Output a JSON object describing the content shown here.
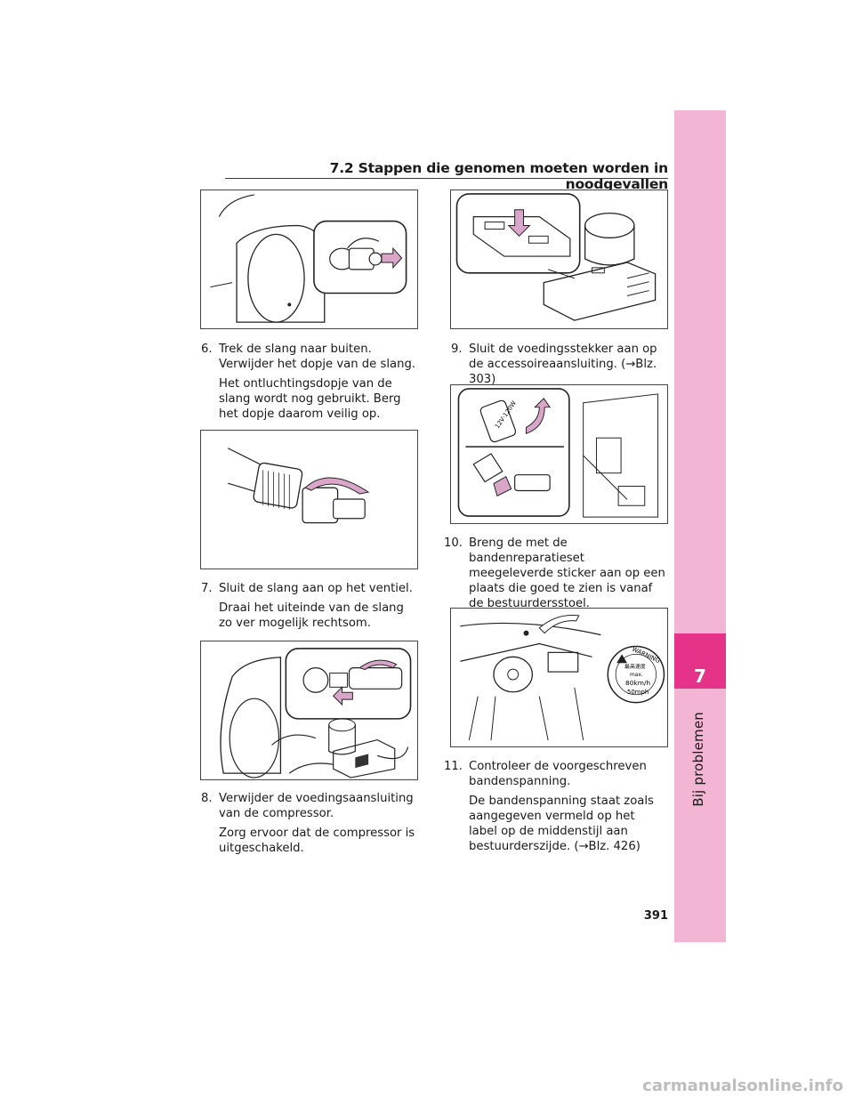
{
  "header": {
    "section": "7.2 Stappen die genomen moeten worden in noodgevallen"
  },
  "tab": {
    "chapter_number": "7",
    "chapter_title": "Bij problemen"
  },
  "steps": [
    {
      "number": "6.",
      "text": "Trek de slang naar buiten. Verwijder het dopje van de slang.",
      "note": "Het ontluchtingsdopje van de slang wordt nog gebruikt. Berg het dopje daarom veilig op."
    },
    {
      "number": "7.",
      "text": "Sluit de slang aan op het ventiel.",
      "note": "Draai het uiteinde van de slang zo ver mogelijk rechtsom."
    },
    {
      "number": "8.",
      "text": "Verwijder de voedingsaansluiting van de compressor.",
      "note": "Zorg ervoor dat de compressor is uitgeschakeld."
    },
    {
      "number": "9.",
      "text": "Sluit de voedingsstekker aan op de accessoireaansluiting. (→Blz. 303)"
    },
    {
      "number": "10.",
      "text": "Breng de met de bandenreparatieset meegeleverde sticker aan op een plaats die goed te zien is vanaf de bestuurdersstoel."
    },
    {
      "number": "11.",
      "text": "Controleer de voorgeschreven bandenspanning.",
      "note": "De bandenspanning staat zoals aangegeven vermeld op het label op de middenstijl aan bestuurderszijde. (→Blz. 426)"
    }
  ],
  "sticker": {
    "warning": "WARNING",
    "line1": "最高速度",
    "max": "max.",
    "kmh": "80km/h",
    "mph": "50mph"
  },
  "plug_label": "12V·120W",
  "page_number": "391",
  "watermark": "carmanualsonline.info",
  "colors": {
    "tab": "#f2b5d4",
    "tab_accent": "#e5338a",
    "arrow_fill": "#d9a6c9"
  }
}
